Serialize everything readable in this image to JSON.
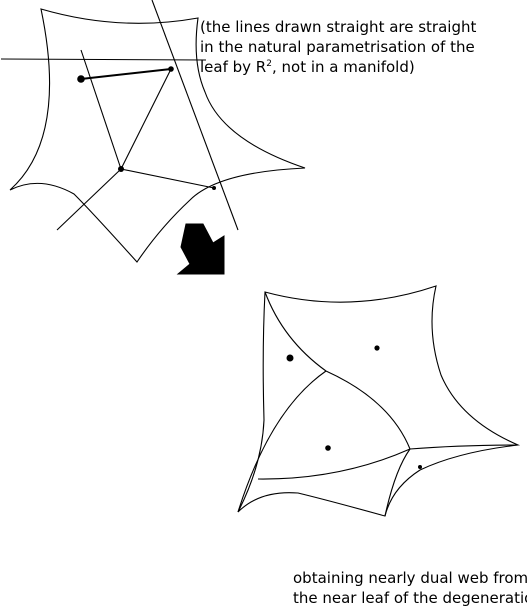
{
  "note": {
    "line1": "(the lines drawn straight are straight",
    "line2": "in the natural parametrisation of the",
    "line3_before": "leaf by R",
    "line3_sup": "2",
    "line3_after": ", not in a manifold)"
  },
  "caption": {
    "line1": "obtaining nearly dual web from",
    "line2": "the near leaf of the degeneration"
  },
  "colors": {
    "stroke": "#000000",
    "arrow": "#000000",
    "background": "#ffffff"
  },
  "icons": {
    "transition_arrow": "thick-down-left-arrow-icon"
  }
}
